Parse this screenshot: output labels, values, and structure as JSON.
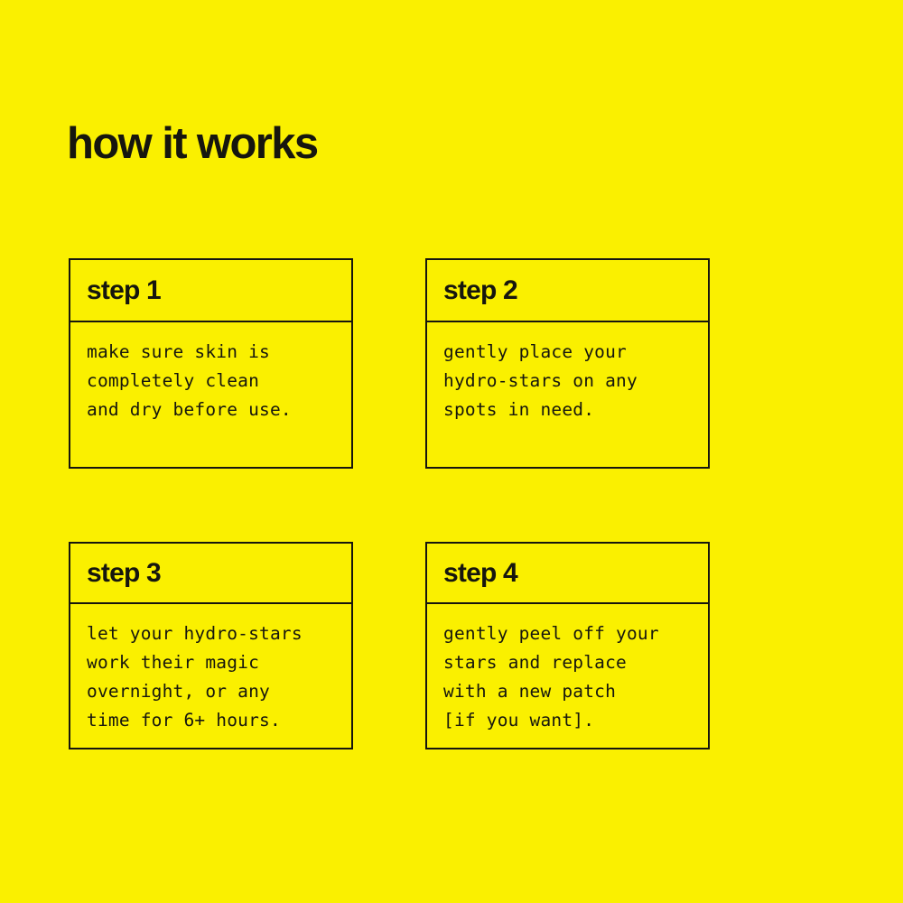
{
  "theme": {
    "background_color": "#faf000",
    "ink_color": "#16160e"
  },
  "header": {
    "title": "how it works"
  },
  "steps": [
    {
      "label": "step 1",
      "body": "make sure skin is\ncompletely clean\nand dry before use."
    },
    {
      "label": "step 2",
      "body": "gently place your\nhydro-stars on any\nspots in need."
    },
    {
      "label": "step 3",
      "body": "let your hydro-stars\nwork their magic\novernight, or any\ntime for 6+ hours."
    },
    {
      "label": "step 4",
      "body": "gently peel off your\nstars and replace\nwith a new patch\n[if you want]."
    }
  ]
}
